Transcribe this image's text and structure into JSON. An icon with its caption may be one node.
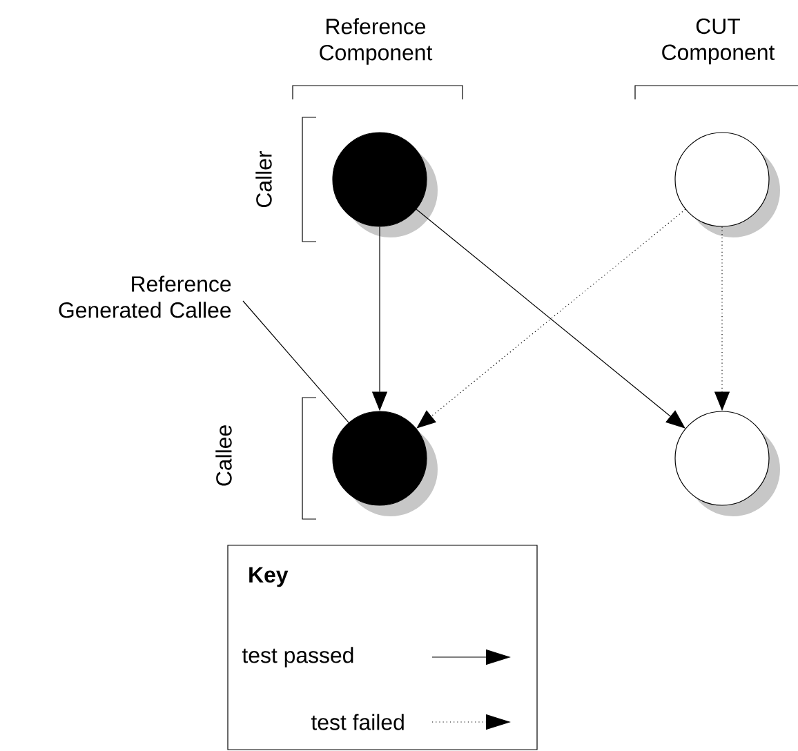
{
  "diagram": {
    "nodes": [
      {
        "text": [],
        "shape": "circle"
      },
      {
        "text": [],
        "shape": "circle"
      },
      {
        "text": [
          "Reference Generated Callee"
        ]
      },
      {
        "text": [],
        "shape": "circle"
      },
      {
        "text": [],
        "shape": "circle"
      }
    ],
    "edges": [
      {
        "from": 0,
        "to": 3,
        "arrow": "to"
      },
      {
        "from": 0,
        "to": 4,
        "arrow": "to"
      },
      {
        "from": 1,
        "to": 3,
        "arrow": "to",
        "style": "dashed"
      },
      {
        "from": 1,
        "to": 4,
        "arrow": "to",
        "style": "dashed"
      },
      {
        "from": 2,
        "to": 3,
        "arrow": "none"
      }
    ],
    "labels": [
      "Reference Component",
      "CUT Component",
      "Caller",
      "Callee",
      "Key"
    ],
    "legend": [
      {
        "text": "test passed"
      },
      {
        "text": "test failed"
      }
    ]
  }
}
